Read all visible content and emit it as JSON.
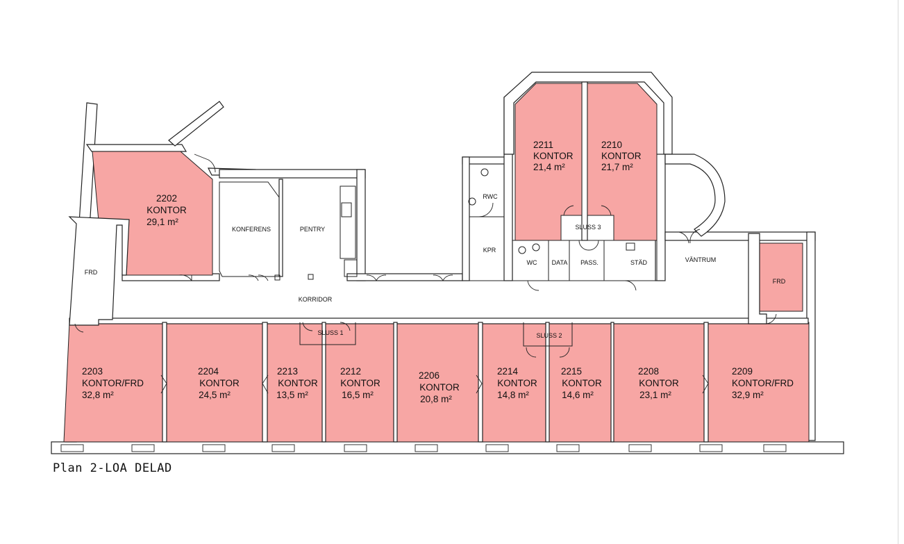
{
  "plan_title": "Plan 2-LOA DELAD",
  "colors": {
    "let_area": "#f7a6a4",
    "walls": "#222222",
    "background": "#ffffff"
  },
  "rooms": [
    {
      "number": "2202",
      "type": "KONTOR",
      "area": "29,1 m²"
    },
    {
      "number": "2203",
      "type": "KONTOR/FRD",
      "area": "32,8 m²"
    },
    {
      "number": "2204",
      "type": "KONTOR",
      "area": "24,5 m²"
    },
    {
      "number": "2213",
      "type": "KONTOR",
      "area": "13,5 m²"
    },
    {
      "number": "2212",
      "type": "KONTOR",
      "area": "16,5 m²"
    },
    {
      "number": "2206",
      "type": "KONTOR",
      "area": "20,8 m²"
    },
    {
      "number": "2214",
      "type": "KONTOR",
      "area": "14,8 m²"
    },
    {
      "number": "2215",
      "type": "KONTOR",
      "area": "14,6 m²"
    },
    {
      "number": "2208",
      "type": "KONTOR",
      "area": "23,1 m²"
    },
    {
      "number": "2209",
      "type": "KONTOR/FRD",
      "area": "32,9 m²"
    },
    {
      "number": "2211",
      "type": "KONTOR",
      "area": "21,4 m²"
    },
    {
      "number": "2210",
      "type": "KONTOR",
      "area": "21,7 m²"
    }
  ],
  "labels": {
    "frd_left": "FRD",
    "frd_right": "FRD",
    "konferens": "KONFERENS",
    "pentry": "PENTRY",
    "korridor": "KORRIDOR",
    "sluss1": "SLUSS 1",
    "sluss2": "SLUSS 2",
    "sluss3": "SLUSS 3",
    "rwc": "RWC",
    "kpr": "KPR",
    "wc": "WC",
    "data": "DATA",
    "pass": "PASS.",
    "stad": "STÄD",
    "vantrum": "VÄNTRUM"
  }
}
